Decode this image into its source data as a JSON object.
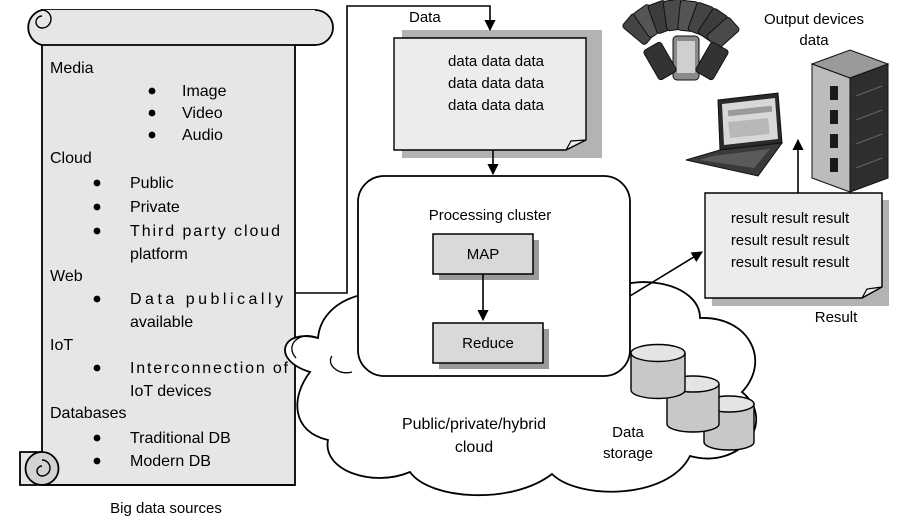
{
  "sources": {
    "caption": "Big data sources",
    "groups": [
      {
        "title": "Media",
        "items": [
          [
            "Image"
          ],
          [
            "Video"
          ],
          [
            "Audio"
          ]
        ]
      },
      {
        "title": "Cloud",
        "items": [
          [
            "Public"
          ],
          [
            "Private"
          ],
          [
            "Third party cloud",
            "platform"
          ]
        ]
      },
      {
        "title": "Web",
        "items": [
          [
            "Data publically",
            "available"
          ]
        ]
      },
      {
        "title": "IoT",
        "items": [
          [
            "Interconnection of",
            "IoT devices"
          ]
        ]
      },
      {
        "title": "Databases",
        "items": [
          [
            "Traditional DB"
          ],
          [
            "Modern DB"
          ]
        ]
      }
    ]
  },
  "data_doc": {
    "label": "Data",
    "lines": [
      "data data data",
      "data data data",
      "data data data"
    ]
  },
  "cluster": {
    "title": "Processing cluster",
    "map_label": "MAP",
    "reduce_label": "Reduce"
  },
  "cloud": {
    "lines": [
      "Public/private/hybrid",
      "cloud"
    ]
  },
  "storage": {
    "lines": [
      "Data",
      "storage"
    ]
  },
  "result_doc": {
    "label": "Result",
    "lines": [
      "result result result",
      "result result result",
      "result result result"
    ]
  },
  "output": {
    "lines": [
      "Output devices",
      "data"
    ]
  },
  "colors": {
    "scroll_fill": "#e6e6e6",
    "doc_fill": "#ececec",
    "doc_shadow": "#b3b3b3",
    "box_fill": "#d9d9d9",
    "cylinder_fill": "#d0d0d0"
  }
}
